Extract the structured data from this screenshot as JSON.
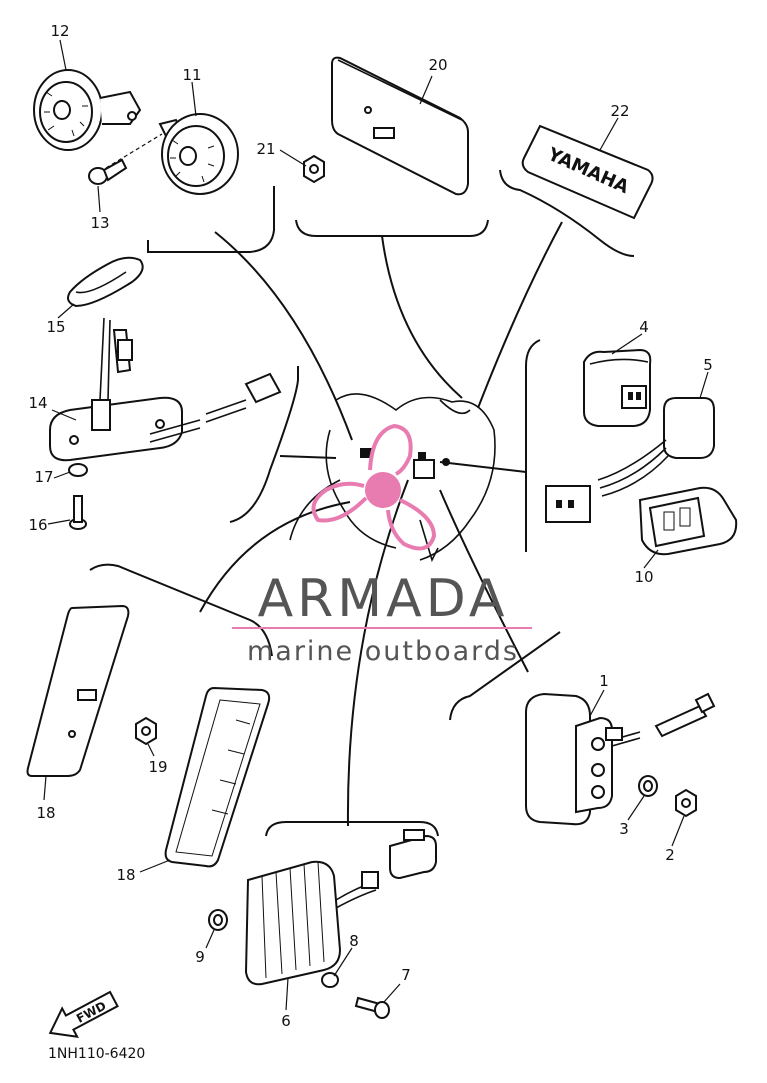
{
  "diagram": {
    "part_code": "1NH110-6420",
    "direction_label": "FWD",
    "watermark": {
      "title": "ARMADA",
      "subtitle": "marine outboards",
      "logo_color": "#e87bb0",
      "text_color": "#555555"
    },
    "decal_text": "YAMAHA",
    "callouts": [
      "1",
      "2",
      "3",
      "4",
      "5",
      "6",
      "7",
      "8",
      "9",
      "10",
      "11",
      "12",
      "13",
      "14",
      "15",
      "16",
      "17",
      "18",
      "18",
      "19",
      "20",
      "21",
      "22"
    ]
  }
}
